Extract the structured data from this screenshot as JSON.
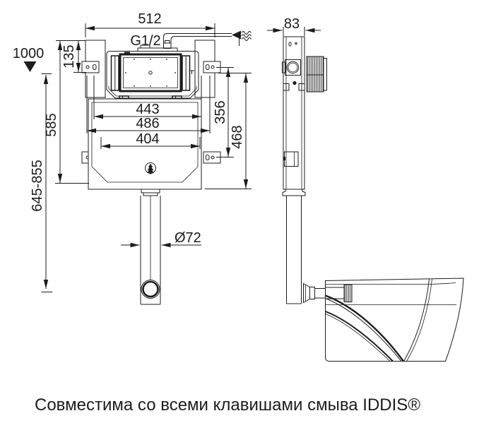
{
  "page": {
    "background": "#ffffff",
    "caption": "Совместима со всеми клавишами смыва IDDIS®"
  },
  "views": {
    "front": {
      "dimensions": {
        "overall_width": "512",
        "inlet_thread": "G1/2",
        "reference_height": "1000",
        "bracket_offset": "135",
        "frame_height": "585",
        "installation_height_range": "645-855",
        "width_valve": "443",
        "width_mounts": "486",
        "width_inner": "404",
        "bracket_vertical_span": "356",
        "lower_span": "468",
        "outlet_diameter": "Ø72"
      }
    },
    "side": {
      "dimensions": {
        "frame_depth": "83"
      }
    }
  },
  "icons": {
    "water_supply": "wavy-arrow-water-supply",
    "eco_mark": "fir-tree-in-circle"
  },
  "colors": {
    "line": "#1c1c1c",
    "background": "#ffffff"
  }
}
